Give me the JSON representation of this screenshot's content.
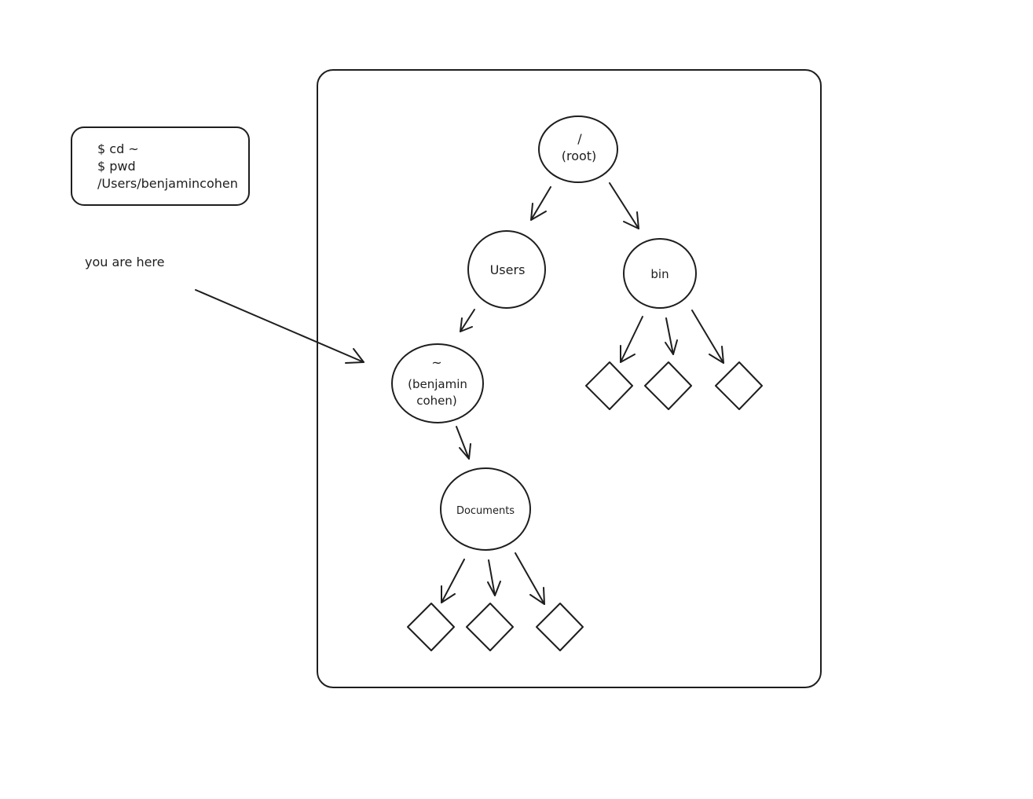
{
  "terminal": {
    "lines": [
      "$ cd ~",
      "$ pwd",
      "/Users/benjamincohen"
    ]
  },
  "annotation": {
    "text": "you are here"
  },
  "nodes": {
    "root": {
      "line1": "/",
      "line2": "(root)"
    },
    "users": {
      "label": "Users"
    },
    "bin": {
      "label": "bin"
    },
    "home": {
      "line1": "~",
      "line2": "(benjamin",
      "line3": "cohen)"
    },
    "documents": {
      "label": "Documents"
    }
  },
  "colors": {
    "ink": "#1e1e1e",
    "background": "#ffffff"
  }
}
